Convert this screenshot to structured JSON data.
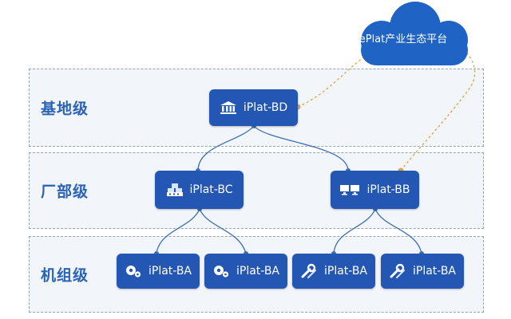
{
  "tiers": [
    {
      "label": "基地级"
    },
    {
      "label": "厂部级"
    },
    {
      "label": "机组级"
    }
  ],
  "cloud": {
    "label": "ePlat产业生态平台"
  },
  "nodes": {
    "bd": {
      "label": "iPlat-BD",
      "icon": "bank-icon"
    },
    "bc": {
      "label": "iPlat-BC",
      "icon": "factory-icon"
    },
    "bb": {
      "label": "iPlat-BB",
      "icon": "monitors-icon"
    },
    "ba": [
      {
        "label": "iPlat-BA",
        "icon": "gears-icon"
      },
      {
        "label": "iPlat-BA",
        "icon": "gears-icon"
      },
      {
        "label": "iPlat-BA",
        "icon": "wrench-icon"
      },
      {
        "label": "iPlat-BA",
        "icon": "wrench-icon"
      }
    ]
  },
  "colors": {
    "node": "#2457b3",
    "link": "#3d6fae",
    "cloud_link": "#e3a348",
    "tier_label": "#2a62b5"
  }
}
